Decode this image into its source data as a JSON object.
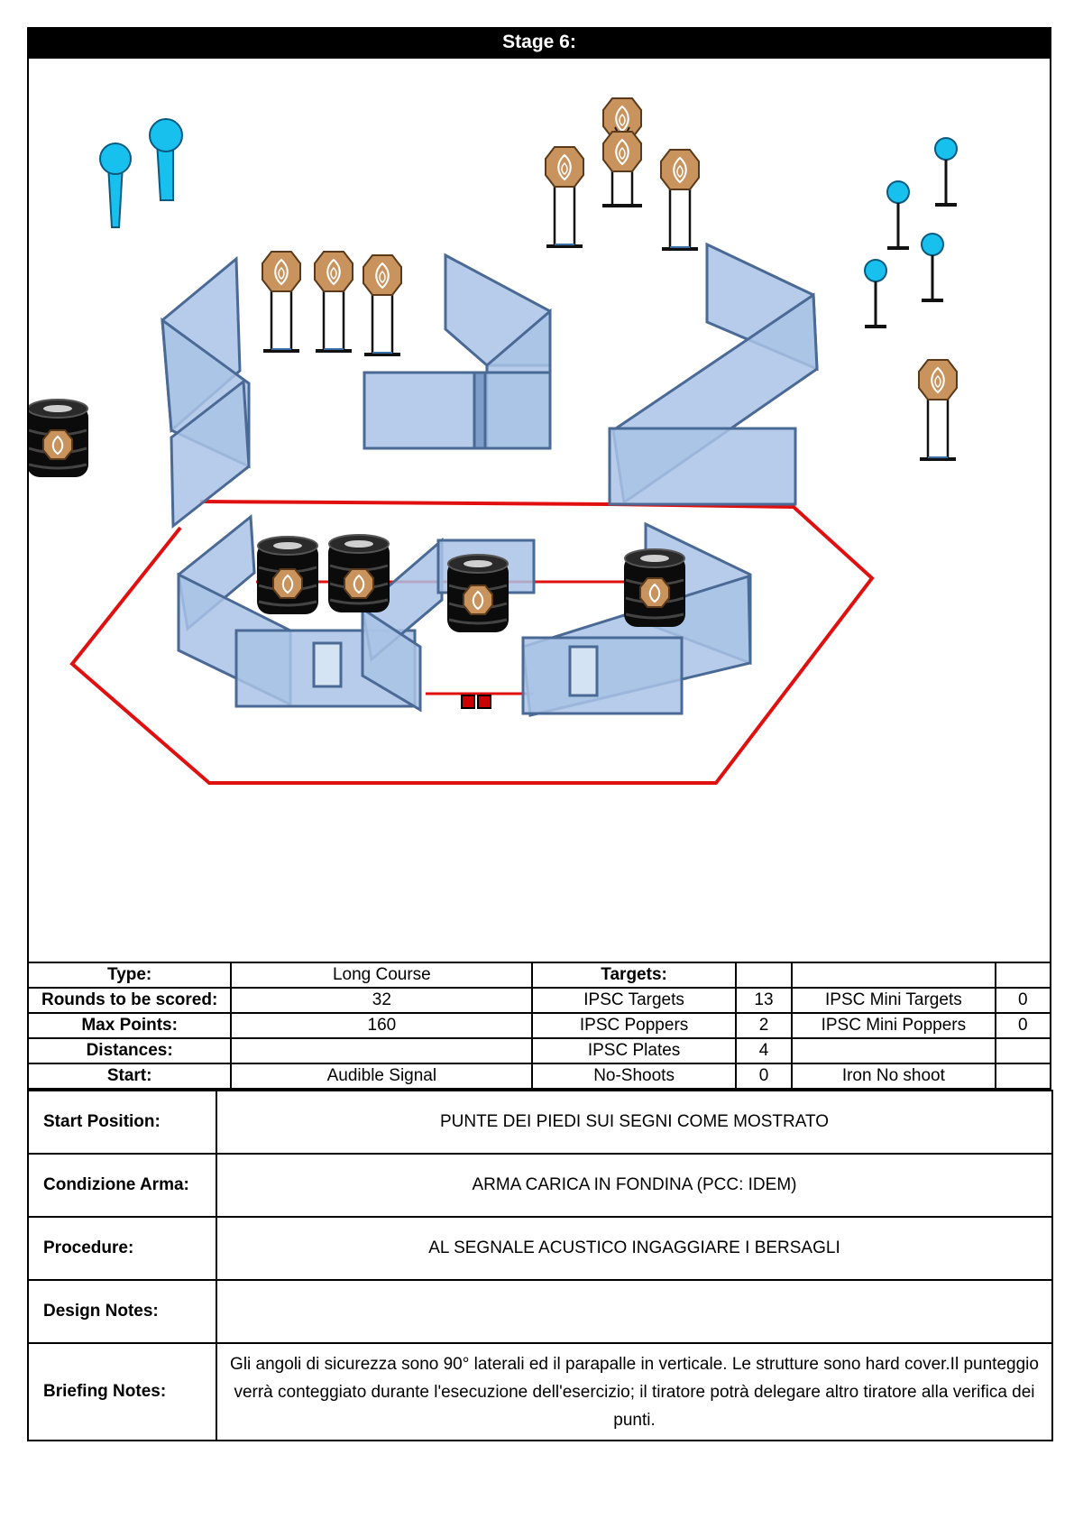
{
  "stage": {
    "title": "Stage 6:"
  },
  "summary": {
    "type_label": "Type:",
    "type_value": "Long Course",
    "rounds_label": "Rounds to be scored:",
    "rounds_value": "32",
    "max_points_label": "Max Points:",
    "max_points_value": "160",
    "distances_label": "Distances:",
    "distances_value": "",
    "start_label": "Start:",
    "start_value": "Audible Signal"
  },
  "targets": {
    "header": "Targets:",
    "ipsc_targets_label": "IPSC Targets",
    "ipsc_targets_value": "13",
    "ipsc_poppers_label": "IPSC Poppers",
    "ipsc_poppers_value": "2",
    "ipsc_plates_label": "IPSC Plates",
    "ipsc_plates_value": "4",
    "no_shoots_label": "No-Shoots",
    "no_shoots_value": "0",
    "mini_targets_label": "IPSC Mini Targets",
    "mini_targets_value": "0",
    "mini_poppers_label": "IPSC Mini Poppers",
    "mini_poppers_value": "0",
    "iron_no_shoot_label": "Iron No shoot",
    "iron_no_shoot_value": ""
  },
  "briefing": {
    "start_position_label": "Start Position:",
    "start_position_value": "PUNTE DEI PIEDI SUI SEGNI COME MOSTRATO",
    "condition_label": "Condizione Arma:",
    "condition_value": "ARMA CARICA IN FONDINA (PCC: IDEM)",
    "procedure_label": "Procedure:",
    "procedure_value": "AL SEGNALE ACUSTICO INGAGGIARE I BERSAGLI",
    "design_notes_label": "Design Notes:",
    "design_notes_value": "",
    "briefing_notes_label": "Briefing Notes:",
    "briefing_notes_value": "Gli angoli di sicurezza sono 90° laterali ed il parapalle in verticale. Le strutture sono hard cover.Il punteggio verrà conteggiato durante l'esecuzione dell'esercizio; il tiratore potrà delegare altro tiratore alla verifica  dei punti."
  },
  "colors": {
    "wall_fill": "#a9c3e6",
    "wall_edge": "#4a6a95",
    "target_fill": "#c8935d",
    "popper_plate": "#18c0ee",
    "fault_line": "#e01010",
    "barrel": "#000000"
  }
}
